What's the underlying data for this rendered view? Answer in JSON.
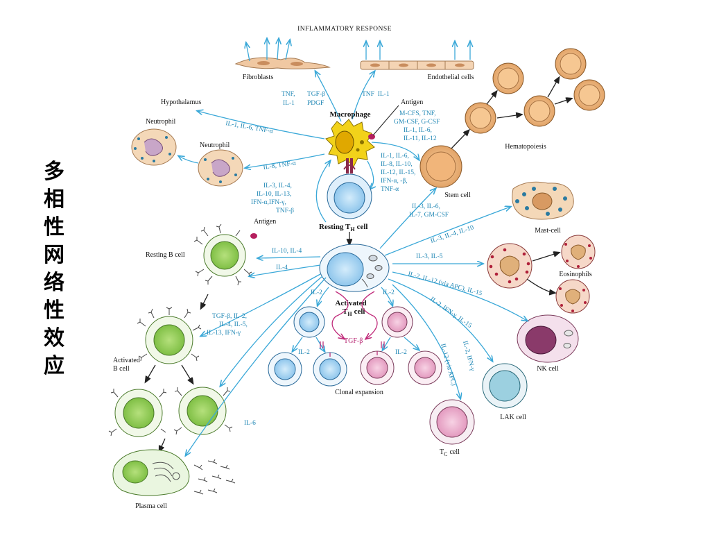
{
  "side_title": "多相性网络性效应",
  "header": "INFLAMMATORY RESPONSE",
  "cells": {
    "fibroblasts": "Fibroblasts",
    "endothelial": "Endothelial cells",
    "hypothalamus": "Hypothalamus",
    "neutrophil_1": "Neutrophil",
    "neutrophil_2": "Neutrophil",
    "macrophage": "Macrophage",
    "antigen_1": "Antigen",
    "antigen_2": "Antigen",
    "hematopoiesis": "Hematopoiesis",
    "stem_cell": "Stem cell",
    "resting_th": "Resting T",
    "resting_th_sub": "H",
    "resting_th_suffix": "cell",
    "mast_cell": "Mast-cell",
    "resting_b": "Resting B cell",
    "eosinophils": "Eosinophils",
    "activated_th_1": "Activated",
    "activated_th_2": "T",
    "activated_th_sub": "H",
    "activated_th_suffix": "cell",
    "activated_b_1": "Activated",
    "activated_b_2": "B cell",
    "nk_cell": "NK cell",
    "clonal_expansion": "Clonal expansion",
    "lak_cell": "LAK cell",
    "tc_cell": "T",
    "tc_sub": "C",
    "tc_suffix": "cell",
    "plasma_cell": "Plasma cell"
  },
  "cytokines": {
    "fib_1": "TNF,",
    "fib_2": "IL-1",
    "fib_3": "TGF-β",
    "fib_4": "PDGF",
    "endo": "TNF  IL-1",
    "hypothalamus": "IL-1, IL-6, TNF-α",
    "neutrophil": "IL-8, TNF-α",
    "hema_1": "M-CFS, TNF,",
    "hema_2": "GM-CSF, G-CSF",
    "hema_3": "IL-1, IL-6,",
    "hema_4": "IL-11, IL-12",
    "mac_th_1": "IL-1, IL-6,",
    "mac_th_2": "IL-8, IL-10,",
    "mac_th_3": "IL-12, IL-15,",
    "mac_th_4": "IFN-α, -β,",
    "mac_th_5": "TNF-α",
    "th_mac_1": "IL-3, IL-4,",
    "th_mac_2": "IL-10, IL-13,",
    "th_mac_3": "IFN-α,IFN-γ,",
    "th_mac_4": "TNF-β",
    "stem_1": "IL-3, IL-6,",
    "stem_2": "IL-7, GM-CSF",
    "mast": "IL-3, IL-4, IL-10",
    "eos": "IL-3, IL-5",
    "nk": "IL-2, IL-12 (via APC), IL-15",
    "lak": "IL-2, IFN-γ, IL-15",
    "tc_1": "IL-2, IFN-γ",
    "tc_2": "IL-12 (via APC)",
    "b_1": "IL-10, IL-4",
    "b_2": "IL-4",
    "actb_1": "TGF-β, IL-2,",
    "actb_2": "IL-4, IL-5,",
    "actb_3": "IL-13, IFN-γ",
    "il2_left": "IL-2",
    "il2_right": "IL-2",
    "il2_left_2": "IL-2",
    "il2_right_2": "IL-2",
    "tgfb": "TGF-β",
    "plasma": "IL-6"
  },
  "colors": {
    "arrow_blue": "#3aa8d8",
    "arrow_pink": "#c02a7a",
    "macrophage_yellow": "#f2d21a",
    "b_cell_green": "#8fcf52",
    "t_cell_blue": "#a8d4f0",
    "t_cell_pink": "#eaa6c8",
    "hema_orange": "#e8b07a"
  }
}
